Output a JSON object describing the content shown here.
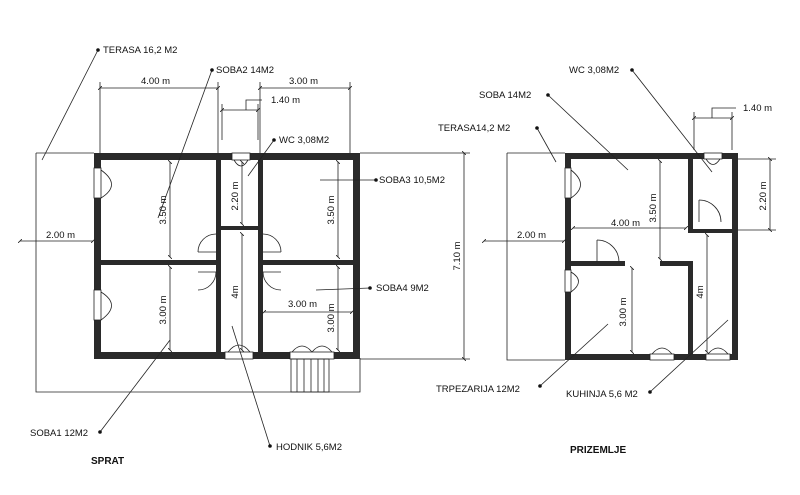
{
  "sprat": {
    "title": "SPRAT",
    "labels": {
      "terasa": "TERASA 16,2 M2",
      "soba2": "SOBA2 14M2",
      "wc": "WC 3,08M2",
      "soba3": "SOBA3  10,5M2",
      "soba4": "SOBA4  9M2",
      "soba1": "SOBA1 12M2",
      "hodnik": "HODNIK 5,6M2"
    },
    "dims": {
      "top_left": "4.00 m",
      "top_right": "3.00 m",
      "wc_width": "1.40 m",
      "terrace_width": "2.00 m",
      "soba2_height": "3.50 m",
      "wc_height": "2.20 m",
      "soba3_height": "3.50 m",
      "hall_length": "4m",
      "soba1_height": "3.00 m",
      "soba4_width": "3.00 m",
      "soba4_height": "3.00 m",
      "total_height": "7.10 m"
    }
  },
  "prizemlje": {
    "title": "PRIZEMLJE",
    "labels": {
      "wc": "WC 3,08M2",
      "soba": "SOBA  14M2",
      "terasa": "TERASA14,2 M2",
      "trpezarija": "TRPEZARIJA 12M2",
      "kuhinja": "KUHINJA 5,6 M2"
    },
    "dims": {
      "wc_width": "1.40 m",
      "wc_height": "2.20 m",
      "terrace_width": "2.00 m",
      "soba_width": "4.00 m",
      "soba_height": "3.50 m",
      "trpezarija_height": "3.00 m",
      "kuhinja_length": "4m"
    }
  }
}
